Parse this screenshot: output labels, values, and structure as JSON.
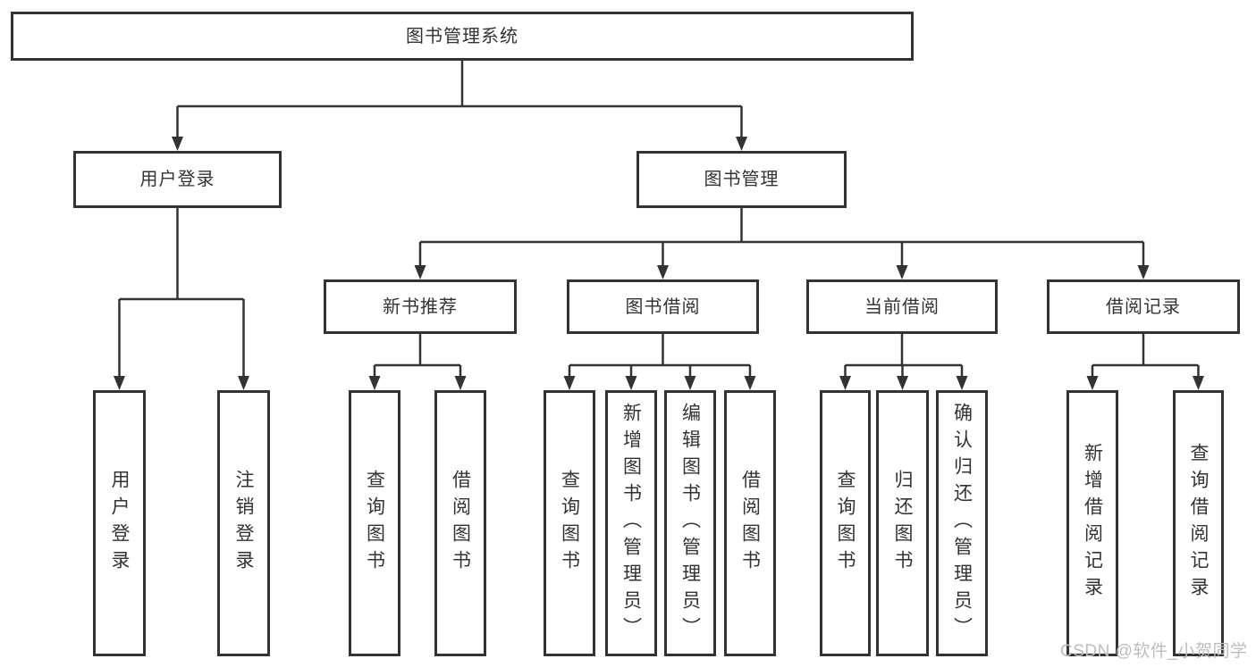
{
  "diagram": {
    "root": {
      "label": "图书管理系统"
    },
    "level2": [
      {
        "label": "用户登录"
      },
      {
        "label": "图书管理"
      }
    ],
    "level3": [
      {
        "label": "新书推荐"
      },
      {
        "label": "图书借阅"
      },
      {
        "label": "当前借阅"
      },
      {
        "label": "借阅记录"
      }
    ],
    "leaves": [
      {
        "label": "用户登录",
        "parent": "用户登录"
      },
      {
        "label": "注销登录",
        "parent": "用户登录"
      },
      {
        "label": "查询图书",
        "parent": "新书推荐"
      },
      {
        "label": "借阅图书",
        "parent": "新书推荐"
      },
      {
        "label": "查询图书",
        "parent": "图书借阅"
      },
      {
        "label": "新增图书（管理员）",
        "parent": "图书借阅"
      },
      {
        "label": "编辑图书（管理员）",
        "parent": "图书借阅"
      },
      {
        "label": "借阅图书",
        "parent": "图书借阅"
      },
      {
        "label": "查询图书",
        "parent": "当前借阅"
      },
      {
        "label": "归还图书",
        "parent": "当前借阅"
      },
      {
        "label": "确认归还（管理员）",
        "parent": "当前借阅"
      },
      {
        "label": "新增借阅记录",
        "parent": "借阅记录"
      },
      {
        "label": "查询借阅记录",
        "parent": "借阅记录"
      }
    ]
  },
  "watermark": {
    "text": "CSDN @软件_小贺同学"
  },
  "colors": {
    "line": "#333333",
    "node_border": "#333333",
    "text": "#333333",
    "watermark_text": "#bdbdbd",
    "background": "#ffffff"
  }
}
